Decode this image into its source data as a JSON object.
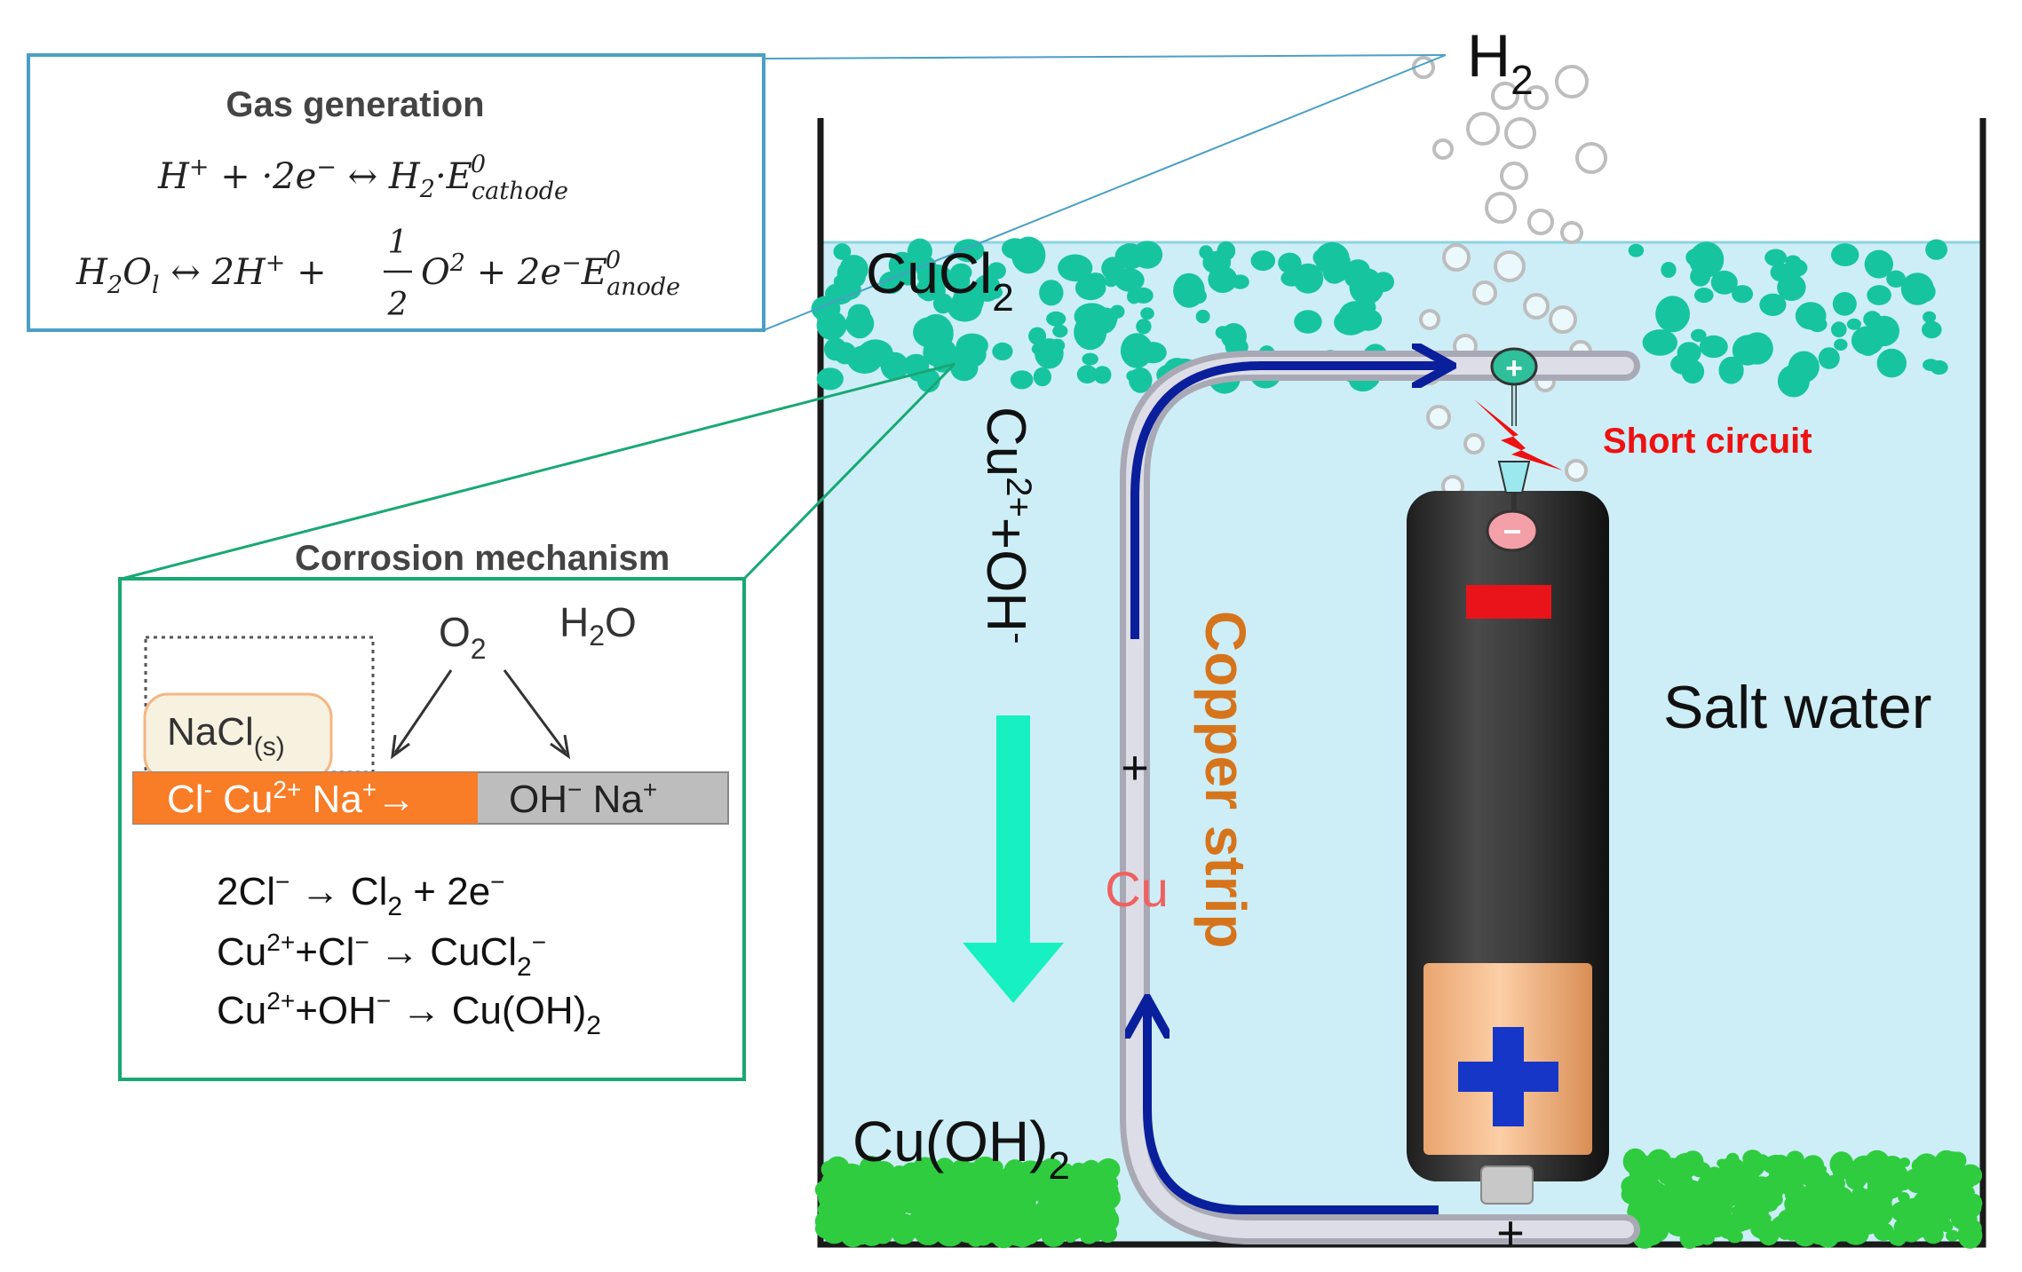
{
  "gas_box": {
    "title": "Gas generation",
    "eq1": {
      "p1": "H",
      "s1": "+",
      "p2": " + ·2e",
      "s2": "−",
      "p3": " ↔ H",
      "b3": "2",
      "p4": "·E",
      "sup": "0",
      "sub": "cathode"
    },
    "eq2": {
      "p1": "H",
      "b1": "2",
      "p2": "O",
      "b2": "l",
      "p3": " ↔ 2H",
      "s3": "+",
      "p4": " + ",
      "frac_num": "1",
      "frac_den": "2",
      "p5": "O",
      "s5": "2",
      "p6": " + 2e",
      "s6": "−",
      "p7": "E",
      "sup": "0",
      "sub": "anode"
    }
  },
  "corrosion_box": {
    "title": "Corrosion mechanism",
    "o2": {
      "base": "O",
      "sub": "2"
    },
    "h2o": {
      "a": "H",
      "sub": "2",
      "b": "O"
    },
    "nacl": {
      "base": "NaCl",
      "sub": "(s)"
    },
    "bar_left": {
      "a": "Cl",
      "s1": "-",
      "b": " Cu",
      "s2": "2+",
      "c": " Na",
      "s3": "+",
      "d": "→"
    },
    "bar_right": {
      "a": "OH",
      "s1": "−",
      "b": " Na",
      "s2": "+"
    },
    "r1": {
      "a": "2Cl",
      "s1": "−",
      "b": " → Cl",
      "sub": "2",
      "c": " + 2e",
      "s2": "−"
    },
    "r2": {
      "a": "Cu",
      "s1": "2+",
      "b": "+Cl",
      "s2": "−",
      "c": " → CuCl",
      "sub": "2",
      "s3": "−"
    },
    "r3": {
      "a": "Cu",
      "s1": "2+",
      "b": "+OH",
      "s2": "−",
      "c": " → Cu(OH)",
      "sub": "2"
    }
  },
  "labels": {
    "h2": {
      "base": "H",
      "sub": "2"
    },
    "cucl2": {
      "base": "CuCl",
      "sub": "2"
    },
    "cuoh2": {
      "base": "Cu(OH)",
      "sub": "2"
    },
    "ions_vertical": {
      "a": "Cu",
      "s1": "2+",
      "b": "+OH",
      "s2": "-"
    },
    "copper_strip": "Copper strip",
    "cu": "Cu",
    "plus_strip": "+",
    "plus_bottom": "+",
    "short_circuit": "Short circuit",
    "salt_water": "Salt water",
    "term_pos": "+",
    "term_neg": "−"
  },
  "colors": {
    "water": "#cdeef7",
    "tank": "#1a1a1a",
    "cucl2_dots": "#17c4a0",
    "cuoh2_dots": "#2fcc3f",
    "arrow_blue": "#0a1f9c",
    "arrow_teal": "#17f0c0",
    "copper_text": "#d6741c",
    "cu_text": "#f06060",
    "short_circuit": "#ee1111",
    "gas_box_border": "#4a9fc6",
    "corrosion_box_border": "#18a874",
    "battery_body": "#333333",
    "battery_copper": "#f5ba8a",
    "battery_plus": "#1636c8",
    "bar_orange": "#f97c27",
    "bar_gray": "#bdbdbd"
  }
}
